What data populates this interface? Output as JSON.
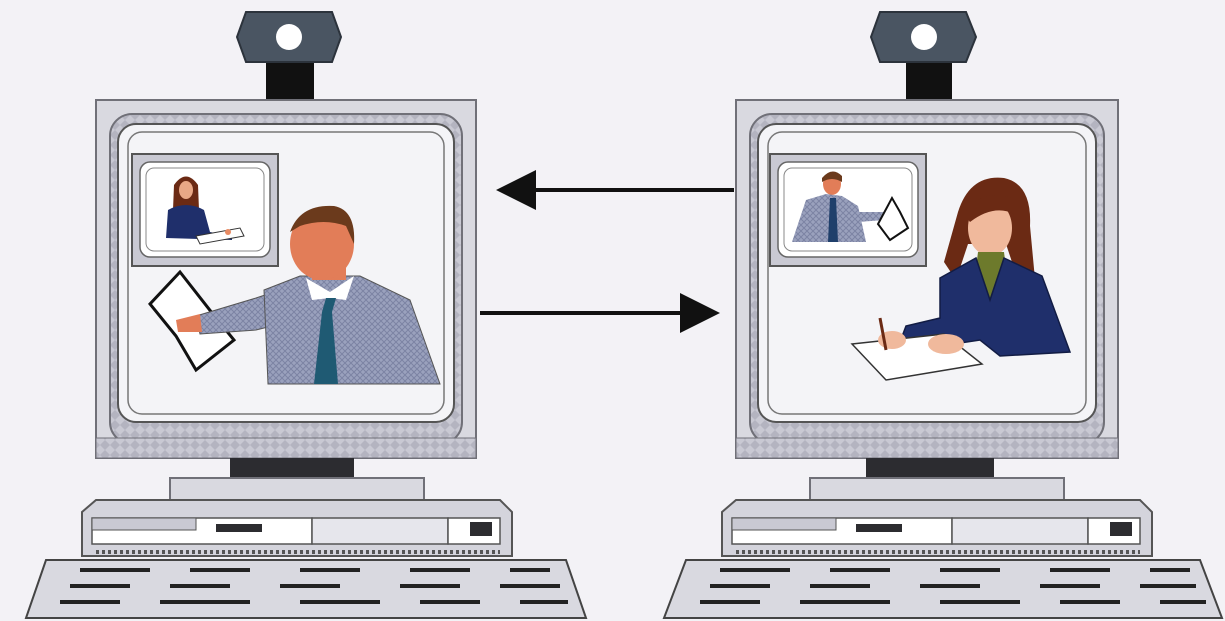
{
  "title": "",
  "left_station": {
    "role": "sender",
    "main_video": "man-presenting-document",
    "pip_video": "woman-writing"
  },
  "right_station": {
    "role": "receiver",
    "main_video": "woman-writing",
    "pip_video": "man-presenting-document"
  },
  "arrows": [
    {
      "from": "right_station",
      "to": "left_station",
      "direction": "left"
    },
    {
      "from": "left_station",
      "to": "right_station",
      "direction": "right"
    }
  ],
  "colors": {
    "background": "#f3f2f6",
    "monitor_body": "#d9d9e0",
    "monitor_dark": "#8c8c95",
    "screen": "#f4f4f7",
    "camera": "#4a5562",
    "arrow": "#111111",
    "man_shirt": "#8f96b3",
    "man_tie": "#1f5a73",
    "woman_jacket": "#1f2f6b",
    "woman_hair": "#6b2a14",
    "skin": "#e88a62"
  }
}
